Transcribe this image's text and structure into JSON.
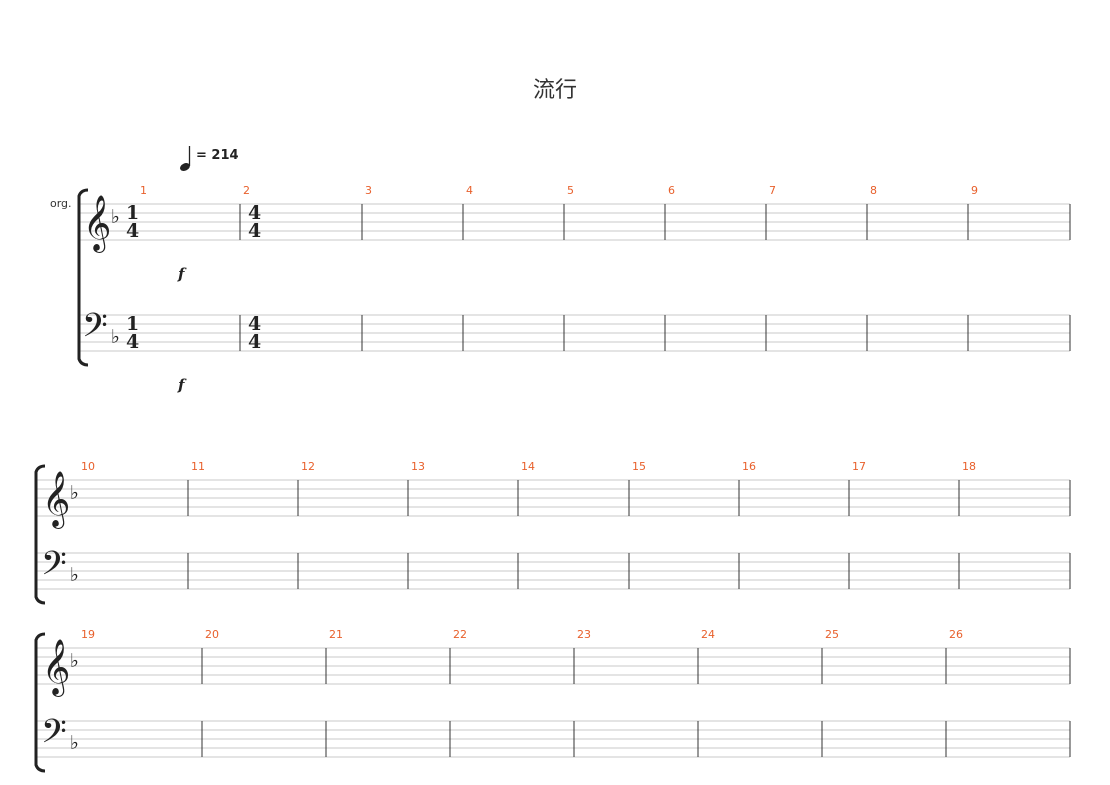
{
  "title": "流行",
  "tempo": {
    "note": "quarter",
    "text": "= 214"
  },
  "instrument": "org.",
  "dynamics": [
    "f",
    "f"
  ],
  "time_signatures": {
    "first": [
      "1",
      "4"
    ],
    "second": [
      "4",
      "4"
    ]
  },
  "colors": {
    "measure_number": "#e8602c",
    "staff_line": "#c8c8c8",
    "barline": "#333333",
    "ink": "#222222"
  },
  "systems": [
    {
      "measures": [
        "1",
        "2",
        "3",
        "4",
        "5",
        "6",
        "7",
        "8",
        "9"
      ]
    },
    {
      "measures": [
        "10",
        "11",
        "12",
        "13",
        "14",
        "15",
        "16",
        "17",
        "18"
      ]
    },
    {
      "measures": [
        "19",
        "20",
        "21",
        "22",
        "23",
        "24",
        "25",
        "26"
      ]
    }
  ]
}
